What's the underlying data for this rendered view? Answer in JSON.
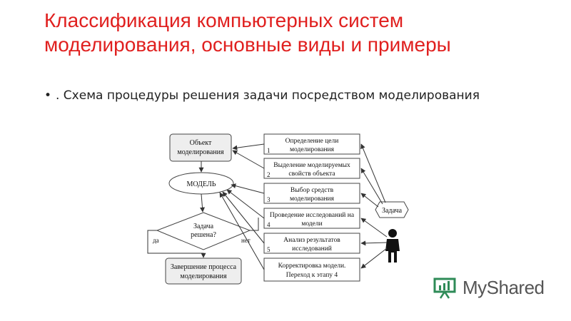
{
  "slide": {
    "title": "Классификация компьютерных систем моделирования, основные виды и примеры",
    "bullet_dot": "•",
    "bullet_text": ". Схема процедуры решения задачи посредством моделирования"
  },
  "diagram": {
    "object_box": [
      "Объект",
      "моделирования"
    ],
    "model_ellipse": "МОДЕЛЬ",
    "decision": [
      "Задача",
      "решена?"
    ],
    "yes_label": "да",
    "no_label": "нет",
    "finish_box": [
      "Завершение процесса",
      "моделирования"
    ],
    "task_label": "Задача",
    "steps": [
      {
        "lines": [
          "Определение цели",
          "моделирования"
        ],
        "number": "1"
      },
      {
        "lines": [
          "Выделение моделируемых",
          "свойств объекта"
        ],
        "number": "2"
      },
      {
        "lines": [
          "Выбор средств",
          "моделирования"
        ],
        "number": "3"
      },
      {
        "lines": [
          "Проведение исследований на",
          "модели"
        ],
        "number": "4"
      },
      {
        "lines": [
          "Анализ результатов",
          "исследований"
        ],
        "number": "5"
      },
      {
        "lines": [
          "Корректировка модели.",
          "Переход к этапу 4"
        ],
        "number": ""
      }
    ]
  },
  "watermark": {
    "text": "MyShared",
    "icon": "presentation-board-icon"
  }
}
